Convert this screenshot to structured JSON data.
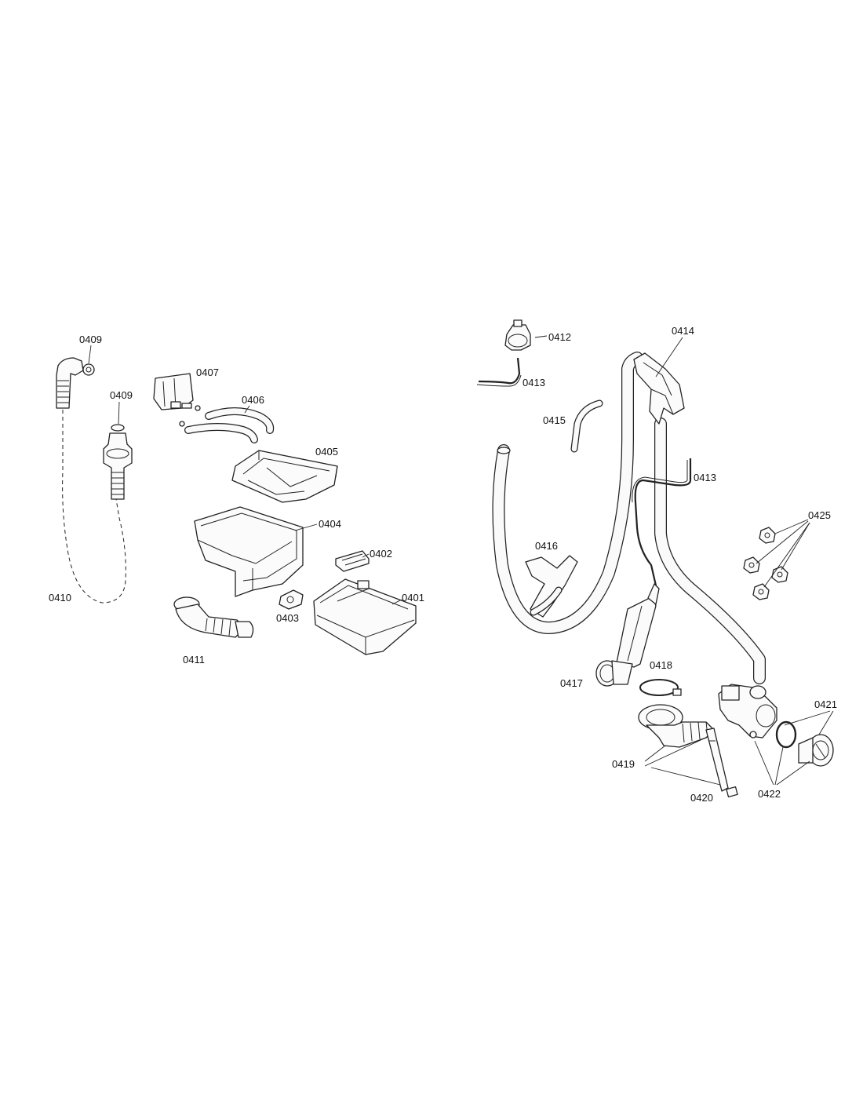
{
  "diagram": {
    "labels": {
      "p0401": "0401",
      "p0402": "0402",
      "p0403": "0403",
      "p0404": "0404",
      "p0405": "0405",
      "p0406": "0406",
      "p0407": "0407",
      "p0409a": "0409",
      "p0409b": "0409",
      "p0410": "0410",
      "p0411": "0411",
      "p0412": "0412",
      "p0413a": "0413",
      "p0413b": "0413",
      "p0414": "0414",
      "p0415": "0415",
      "p0416": "0416",
      "p0417": "0417",
      "p0418": "0418",
      "p0419": "0419",
      "p0420": "0420",
      "p0421": "0421",
      "p0422": "0422",
      "p0425": "0425"
    }
  }
}
